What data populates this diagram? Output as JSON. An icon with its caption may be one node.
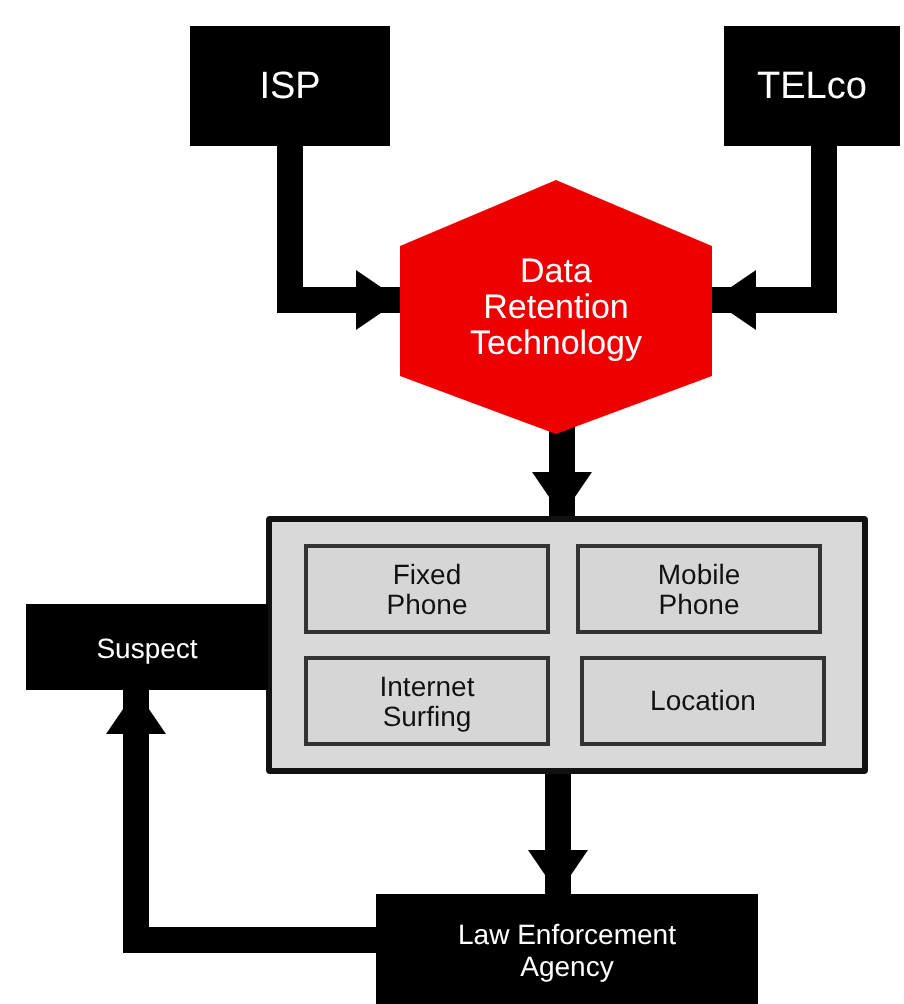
{
  "diagram": {
    "nodes": [
      {
        "text": [
          "ISP"
        ]
      },
      {
        "text": [
          "TELco"
        ]
      },
      {
        "text": [
          "Data Retention Technology"
        ]
      },
      {
        "text": [],
        "shape": "box"
      },
      {
        "text": [
          "Fixed Phone"
        ],
        "in": 3
      },
      {
        "text": [
          "Mobile Phone"
        ],
        "in": 3
      },
      {
        "text": [
          "Internet Surfing"
        ],
        "in": 3
      },
      {
        "text": [
          "Location"
        ],
        "in": 3
      },
      {
        "text": [
          "Suspect"
        ]
      },
      {
        "text": [
          "Law Enforcement Agency"
        ]
      }
    ],
    "edges": [
      {
        "from": 0,
        "to": 2,
        "arrow": "to"
      },
      {
        "from": 1,
        "to": 2,
        "arrow": "to"
      },
      {
        "from": 2,
        "to": 3,
        "arrow": "to"
      },
      {
        "from": 3,
        "to": 9,
        "arrow": "to"
      },
      {
        "from": 9,
        "to": 8,
        "arrow": "to"
      }
    ]
  }
}
